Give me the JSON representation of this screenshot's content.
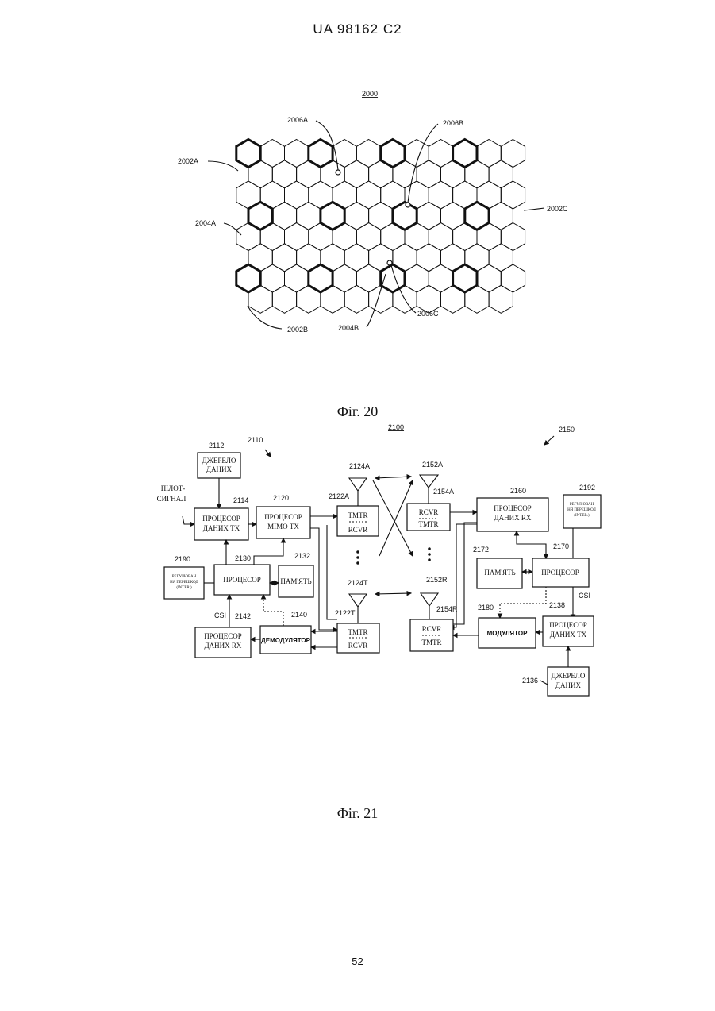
{
  "header": {
    "doc_id": "UA   98162   C2"
  },
  "fig20": {
    "caption": "Фіг. 20",
    "ref_main": "2000",
    "labels": {
      "l2006A": "2006A",
      "l2006B": "2006B",
      "l2002A": "2002A",
      "l2002C": "2002C",
      "l2004A": "2004A",
      "l2002B": "2002B",
      "l2004B": "2004B",
      "l2006C": "2006C"
    }
  },
  "fig21": {
    "caption": "Фіг. 21",
    "ref_main": "2100",
    "refs": {
      "r2110": "2110",
      "r2150": "2150",
      "r2112": "2112",
      "r2114": "2114",
      "r2120": "2120",
      "r2122A": "2122A",
      "r2124A": "2124A",
      "r2152A": "2152A",
      "r2154A": "2154A",
      "r2160": "2160",
      "r2192": "2192",
      "r2190": "2190",
      "r2130": "2130",
      "r2132": "2132",
      "r2172": "2172",
      "r2170": "2170",
      "r2124T": "2124T",
      "r2152R": "2152R",
      "r2122T": "2122T",
      "r2154R": "2154R",
      "r2142": "2142",
      "r2140": "2140",
      "r2180": "2180",
      "r2138": "2138",
      "r2136": "2136",
      "csi_left": "CSI",
      "csi_right": "CSI"
    },
    "boxes": {
      "data_source_tx_l1": "ДЖЕРЕЛО",
      "data_source_tx_l2": "ДАНИХ",
      "pilot_l1": "ПІЛОТ-",
      "pilot_l2": "СИГНАЛ",
      "tx_proc_l1": "ПРОЦЕСОР",
      "tx_proc_l2": "ДАНИХ ТХ",
      "mimo_l1": "ПРОЦЕСОР",
      "mimo_l2": "МІМО ТХ",
      "tmtr_a": "TMTR",
      "rcvr_a": "RCVR",
      "rcvr_b": "RCVR",
      "tmtr_b": "TMTR",
      "rx_proc_l1": "ПРОЦЕСОР",
      "rx_proc_l2": "ДАНИХ RX",
      "intf_l1": "РЕГУЛЮВАН",
      "intf_l2": "НЯ ПЕРЕШКОД",
      "intf_l3": "(INTER.)",
      "intf_r_l1": "РЕГУЛЮВАН",
      "intf_r_l2": "НЯ ПЕРЕШКОД",
      "intf_r_l3": "(INTER.)",
      "proc_left": "ПРОЦЕСОР",
      "mem_left": "ПАМ'ЯТЬ",
      "mem_right": "ПАМ'ЯТЬ",
      "proc_right": "ПРОЦЕСОР",
      "tmtr_c": "TMTR",
      "rcvr_c": "RCVR",
      "rcvr_d": "RCVR",
      "tmtr_d": "TMTR",
      "rx_proc_left_l1": "ПРОЦЕСОР",
      "rx_proc_left_l2": "ДАНИХ RX",
      "demod": "ДЕМОДУЛЯТОР",
      "mod": "МОДУЛЯТОР",
      "tx_proc_right_l1": "ПРОЦЕСОР",
      "tx_proc_right_l2": "ДАНИХ ТХ",
      "data_source_right_l1": "ДЖЕРЕЛО",
      "data_source_right_l2": "ДАНИХ"
    }
  },
  "page_number": "52"
}
